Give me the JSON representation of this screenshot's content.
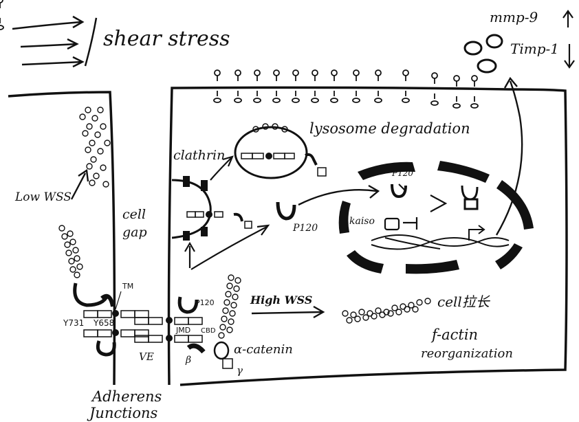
{
  "labels": {
    "shear_stress": "shear stress",
    "mmp9": "mmp-9",
    "timp1": "Timp-1",
    "lysosome": "lysosome degradation",
    "clathrin": "clathrin",
    "low_wss": "Low WSS",
    "cell_gap_1": "cell",
    "cell_gap_2": "gap",
    "kaiso": "kaiso",
    "p120_top": "P120",
    "p120_mid": "P120",
    "p120_bottom": "P120",
    "tm": "TM",
    "y731": "Y731",
    "y658": "Y658",
    "jmd": "JMD",
    "cbd": "CBD",
    "ve": "VE",
    "beta": "β",
    "alpha_catenin": "α-catenin",
    "gamma": "γ",
    "high_wss": "High WSS",
    "cell_elong": "cell拉长",
    "factin_1": "f-actin",
    "factin_2": "reorganization",
    "aj_1": "Adherens",
    "aj_2": "Junctions"
  }
}
